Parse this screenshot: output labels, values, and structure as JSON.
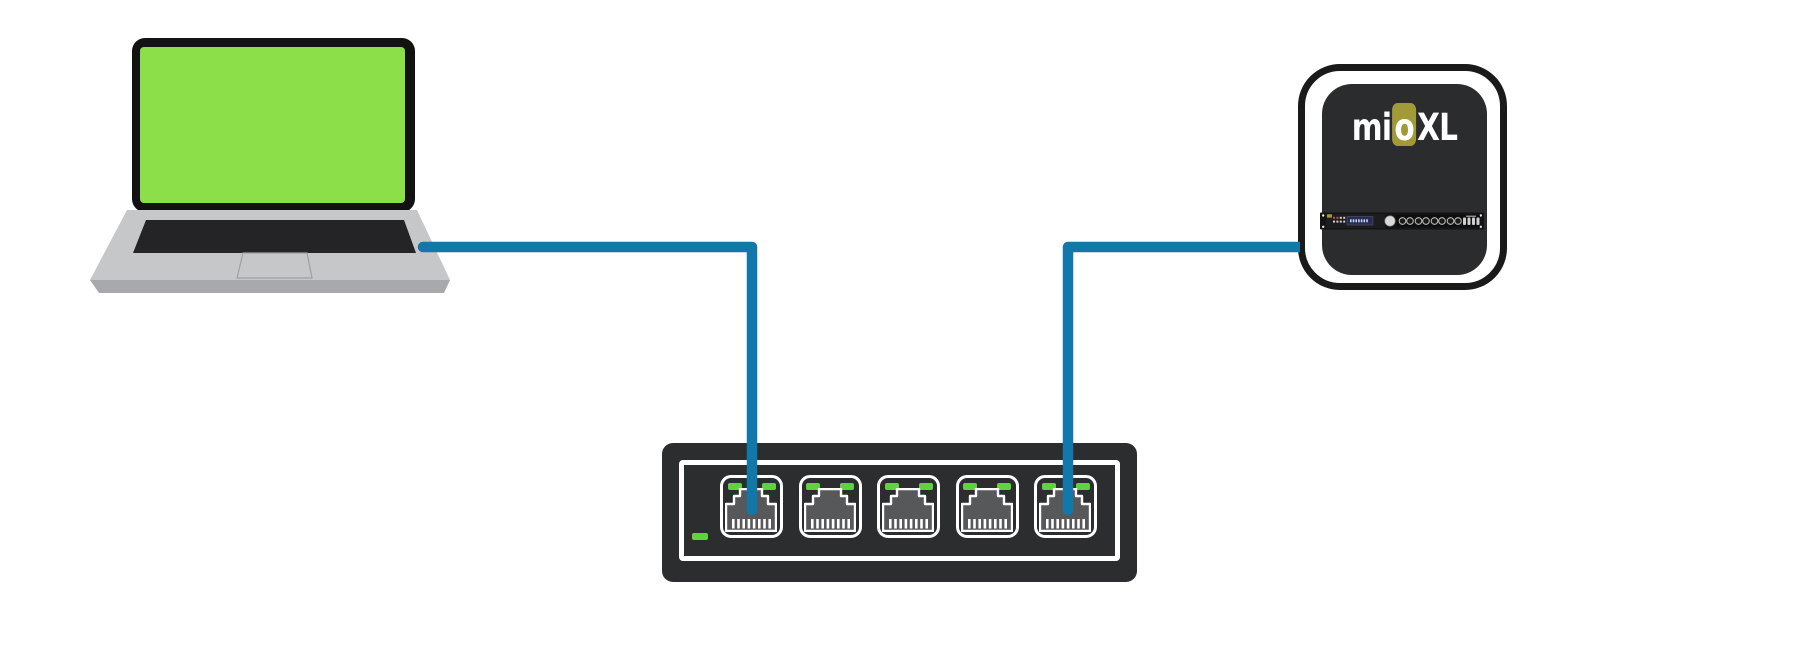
{
  "laptop": {
    "name": "laptop",
    "screen_state": "on"
  },
  "switch": {
    "name": "5-port ethernet switch",
    "port_count": 5,
    "power_led": "on",
    "ports": [
      {
        "id": 1,
        "connected": true,
        "led_left": "on",
        "led_right": "on"
      },
      {
        "id": 2,
        "connected": false,
        "led_left": "on",
        "led_right": "on"
      },
      {
        "id": 3,
        "connected": false,
        "led_left": "on",
        "led_right": "on"
      },
      {
        "id": 4,
        "connected": false,
        "led_left": "on",
        "led_right": "on"
      },
      {
        "id": 5,
        "connected": true,
        "led_left": "on",
        "led_right": "on"
      }
    ]
  },
  "mioxl": {
    "label": "mioXL",
    "logo": {
      "m": "m",
      "i": "i",
      "o": "o",
      "xl": "XL"
    }
  },
  "connections": [
    {
      "from": "laptop",
      "to": "switch-port-1"
    },
    {
      "from": "mioXL",
      "to": "switch-port-5"
    }
  ],
  "colors": {
    "cable": "#1277a9",
    "laptop_screen": "#8ddf4a",
    "led_green": "#5ed43c",
    "switch_body": "#2b2d2e",
    "jack_gray": "#57585a",
    "mioxl_gold": "#a29a38",
    "mioxl_panel": "#2b2c2d",
    "laptop_base": "#c6c7c9"
  }
}
